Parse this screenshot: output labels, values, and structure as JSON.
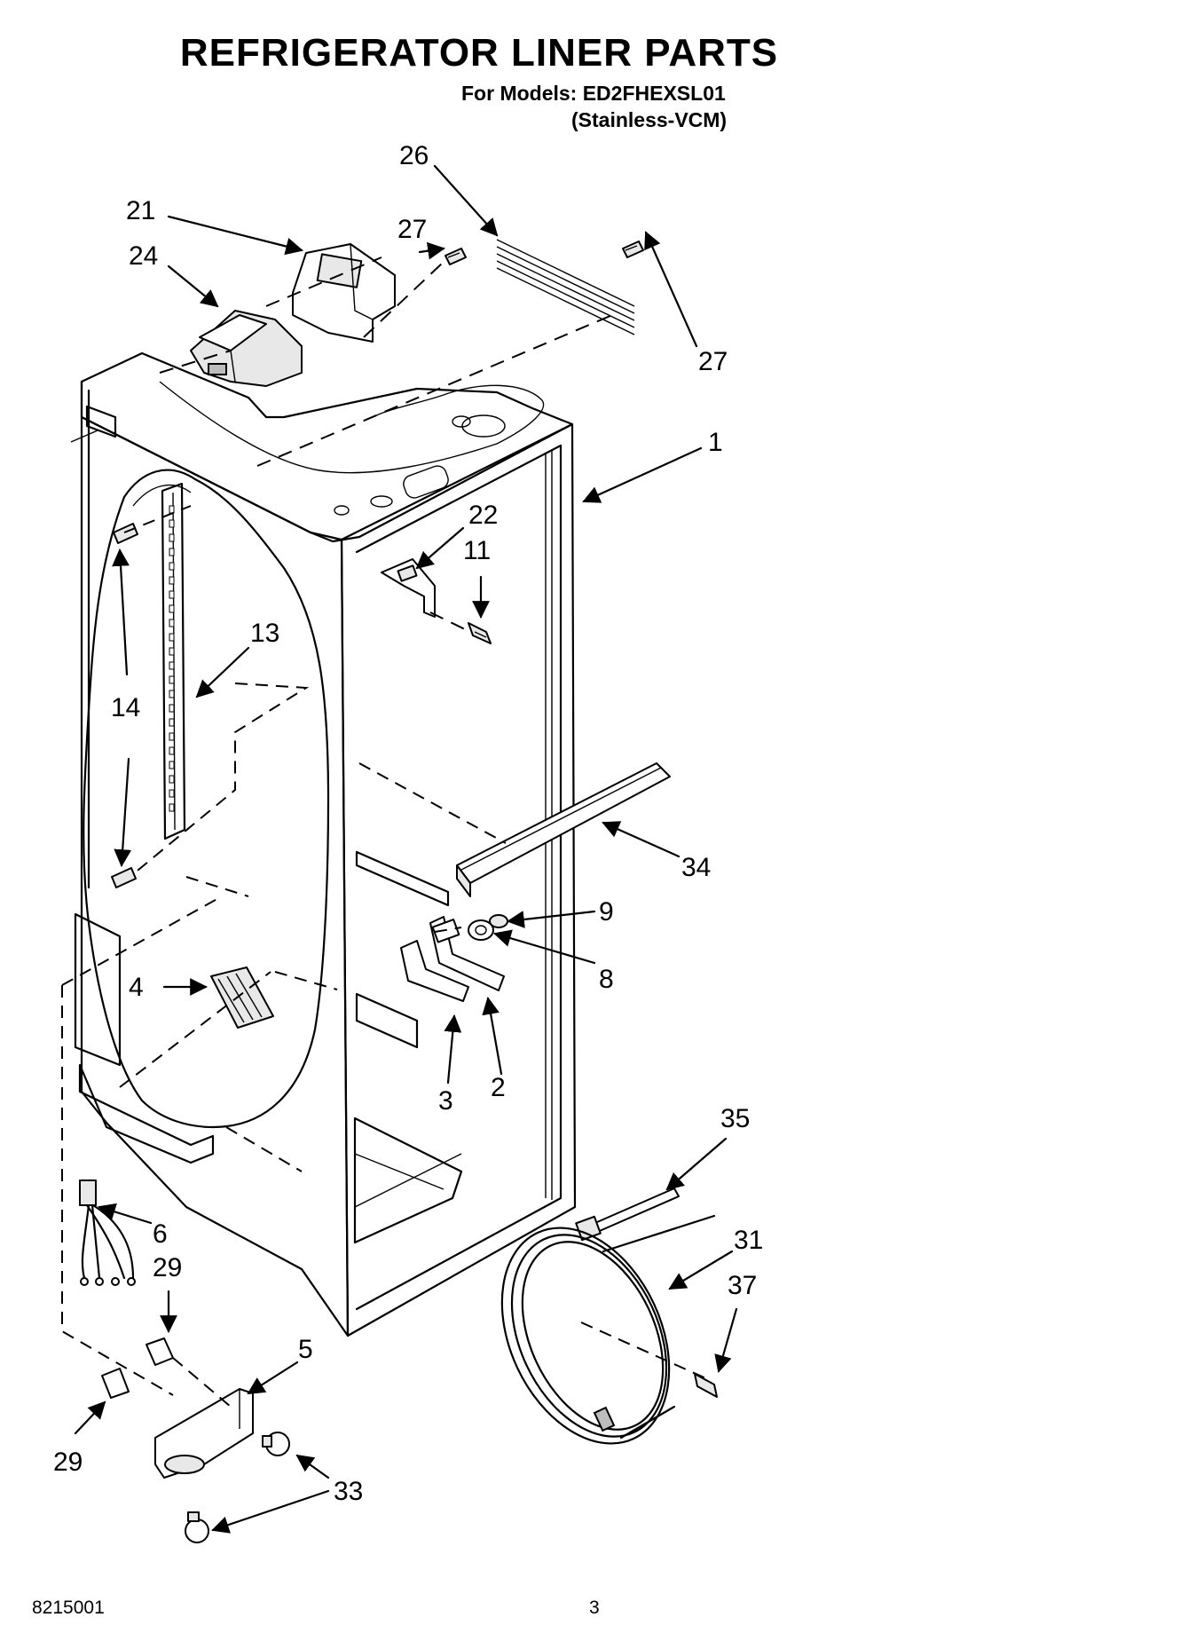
{
  "header": {
    "title": "REFRIGERATOR LINER PARTS",
    "models": "For Models: ED2FHEXSL01",
    "variant": "(Stainless-VCM)"
  },
  "footer": {
    "doc_number": "8215001",
    "page_number": "3"
  },
  "callouts": [
    {
      "id": "c26",
      "text": "26"
    },
    {
      "id": "c21",
      "text": "21"
    },
    {
      "id": "c27a",
      "text": "27"
    },
    {
      "id": "c24",
      "text": "24"
    },
    {
      "id": "c27b",
      "text": "27"
    },
    {
      "id": "c1",
      "text": "1"
    },
    {
      "id": "c22",
      "text": "22"
    },
    {
      "id": "c11",
      "text": "11"
    },
    {
      "id": "c13",
      "text": "13"
    },
    {
      "id": "c14",
      "text": "14"
    },
    {
      "id": "c34",
      "text": "34"
    },
    {
      "id": "c9",
      "text": "9"
    },
    {
      "id": "c8",
      "text": "8"
    },
    {
      "id": "c4",
      "text": "4"
    },
    {
      "id": "c3",
      "text": "3"
    },
    {
      "id": "c2",
      "text": "2"
    },
    {
      "id": "c35",
      "text": "35"
    },
    {
      "id": "c6",
      "text": "6"
    },
    {
      "id": "c29a",
      "text": "29"
    },
    {
      "id": "c31",
      "text": "31"
    },
    {
      "id": "c37",
      "text": "37"
    },
    {
      "id": "c5",
      "text": "5"
    },
    {
      "id": "c29b",
      "text": "29"
    },
    {
      "id": "c33",
      "text": "33"
    }
  ]
}
